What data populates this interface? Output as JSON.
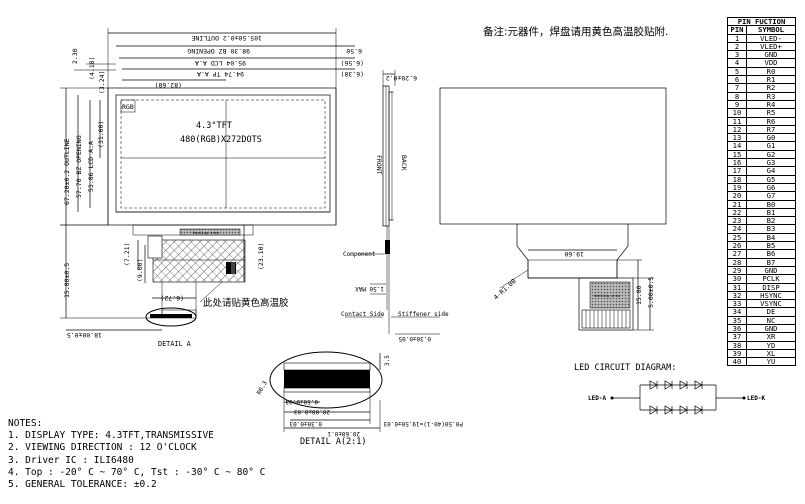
{
  "remark_top": "备注:元器件，焊盘请用黄色高温胶贴附.",
  "remark_yellow_tape": "此处请贴黄色高温胶",
  "panel_text_line1": "4.3\"TFT",
  "panel_text_line2": "480(RGB)X272DOTS",
  "rgb_label": "RGB",
  "view_front": "FRONT",
  "view_back": "BACK",
  "dims": {
    "outline_w": "105.50±0.2 OUTLINE",
    "opening_w": "98.30 BZ OPENING",
    "lcd_aa_w": "95.04 LCD A.A",
    "tp_aa_w": "94.74 TP A.A",
    "d_650": "6.50",
    "d_656": "(6.56)",
    "d_638": "(6.38)",
    "d_8268": "(82.68)",
    "d_230": "2.30",
    "d_418": "(4.18)",
    "d_324": "(3.24)",
    "outline_h": "67.20±0.2 OUTLINE",
    "opening_h": "57.70 BZ OPENING",
    "lcd_aa_h": "53.86 LCD A.A",
    "tp_aa_h": "(31.00)",
    "thick": "6.20±0.2",
    "d_721": "(7.21)",
    "d_900": "(9.00)",
    "d_672": "(6.72)",
    "d_2310": "(23.10)",
    "d_1580a": "15.80±0.5",
    "d_1800": "18.00±0.5",
    "d_030": "0.30±0.05",
    "d_1050": "1.50 MAX",
    "d_1960": "19.60",
    "d_r100": "4-R1.00",
    "d_1580b": "15.80",
    "d_500": "5.00±0.5",
    "d_35": "3.5",
    "d_r03": "R0.3",
    "d_pitch": "0.50±0.03",
    "d_blk": "20.00±0.03",
    "d_pins": "P0.50(40-1)=19.50±0.03",
    "d_tail": "20.60±0.1",
    "d_thk2": "0.30±0.03"
  },
  "labels": {
    "component": "Component",
    "contact_side": "Contact Side",
    "stiffener_side": "Stiffener side",
    "detail_a": "DETAIL A",
    "detail_a_scale": "DETAIL A(2:1)",
    "heating_area": "Heating area",
    "led_title": "LED CIRCUIT DIAGRAM:",
    "led_anode": "LED-A",
    "led_cathode": "LED-K"
  },
  "pin_table": {
    "title": "PIN FUCTION",
    "col_pin": "PIN",
    "col_symbol": "SYMBOL",
    "rows": [
      [
        "1",
        "VLED-"
      ],
      [
        "2",
        "VLED+"
      ],
      [
        "3",
        "GND"
      ],
      [
        "4",
        "VDD"
      ],
      [
        "5",
        "R0"
      ],
      [
        "6",
        "R1"
      ],
      [
        "7",
        "R2"
      ],
      [
        "8",
        "R3"
      ],
      [
        "9",
        "R4"
      ],
      [
        "10",
        "R5"
      ],
      [
        "11",
        "R6"
      ],
      [
        "12",
        "R7"
      ],
      [
        "13",
        "G0"
      ],
      [
        "14",
        "G1"
      ],
      [
        "15",
        "G2"
      ],
      [
        "16",
        "G3"
      ],
      [
        "17",
        "G4"
      ],
      [
        "18",
        "G5"
      ],
      [
        "19",
        "G6"
      ],
      [
        "20",
        "G7"
      ],
      [
        "21",
        "B0"
      ],
      [
        "22",
        "B1"
      ],
      [
        "23",
        "B2"
      ],
      [
        "24",
        "B3"
      ],
      [
        "25",
        "B4"
      ],
      [
        "26",
        "B5"
      ],
      [
        "27",
        "B6"
      ],
      [
        "28",
        "B7"
      ],
      [
        "29",
        "GND"
      ],
      [
        "30",
        "PCLK"
      ],
      [
        "31",
        "DISP"
      ],
      [
        "32",
        "HSYNC"
      ],
      [
        "33",
        "VSYNC"
      ],
      [
        "34",
        "DE"
      ],
      [
        "35",
        "NC"
      ],
      [
        "36",
        "GND"
      ],
      [
        "37",
        "XR"
      ],
      [
        "38",
        "YD"
      ],
      [
        "39",
        "XL"
      ],
      [
        "40",
        "YU"
      ]
    ]
  },
  "notes": {
    "title": "NOTES:",
    "items": [
      "1. DISPLAY TYPE: 4.3TFT,TRANSMISSIVE",
      "2. VIEWING DIRECTION : 12 O'CLOCK",
      "3. Driver IC : ILI6480",
      "4. Top : -20° C ~ 70° C, Tst : -30° C ~ 80° C",
      "5. GENERAL TOLERANCE: ±0.2"
    ]
  }
}
